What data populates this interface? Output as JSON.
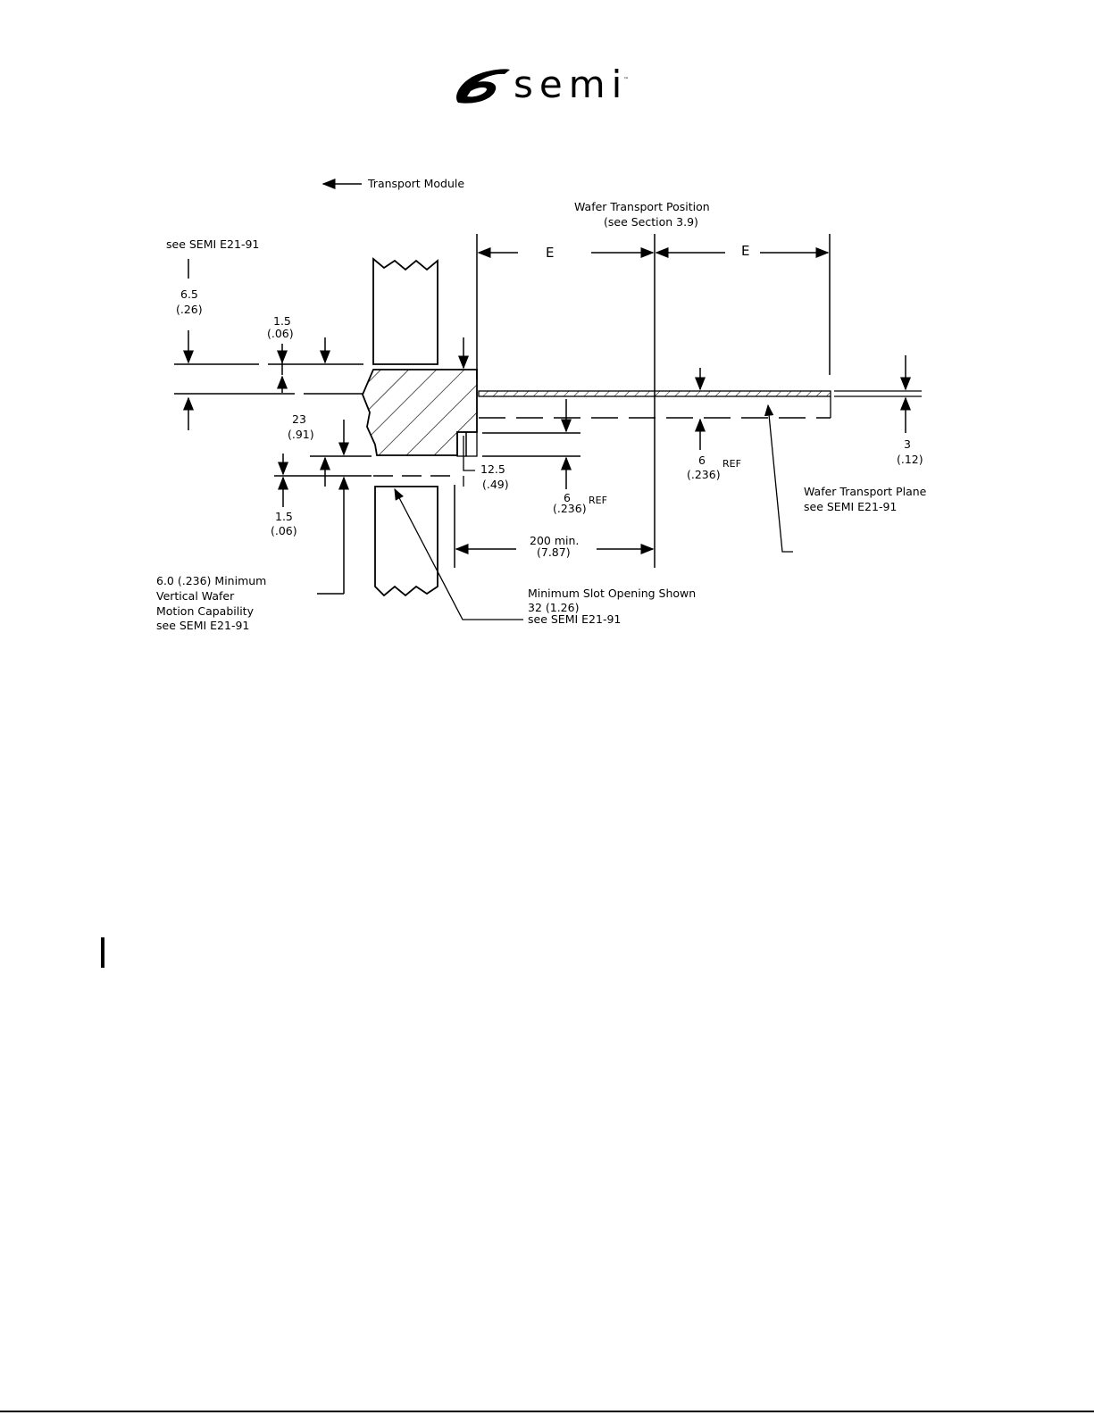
{
  "brand": {
    "name": "semi",
    "trademark": "™"
  },
  "diagram": {
    "labels": {
      "transport_module": "Transport Module",
      "wafer_transport_position": "Wafer Transport Position",
      "see_section": "(see Section 3.9)",
      "see_semi_top": "see SEMI E21-91",
      "e_left": "E",
      "e_right": "E",
      "dim_6_5": "6.5",
      "dim_6_5_in": "(.26)",
      "dim_1_5_top": "1.5",
      "dim_1_5_top_in": "(.06)",
      "dim_23": "23",
      "dim_23_in": "(.91)",
      "dim_1_5_bottom": "1.5",
      "dim_1_5_bottom_in": "(.06)",
      "dim_12_5": "12.5",
      "dim_12_5_in": "(.49)",
      "dim_6_left": "6",
      "dim_6_left_in": "(.236)",
      "ref_left": "REF",
      "dim_6_right": "6",
      "dim_6_right_in": "(.236)",
      "ref_right": "REF",
      "dim_200": "200 min.",
      "dim_200_in": "(7.87)",
      "dim_3": "3",
      "dim_3_in": "(.12)",
      "wafer_transport_plane": "Wafer Transport Plane",
      "see_semi_plane": "see SEMI E21-91",
      "min_vertical_1": "6.0 (.236) Minimum",
      "min_vertical_2": "Vertical Wafer",
      "min_vertical_3": "Motion Capability",
      "min_vertical_4": "see SEMI E21-91",
      "slot_1": "Minimum Slot Opening Shown",
      "slot_2": "32 (1.26)",
      "slot_3": "see SEMI E21-91"
    }
  }
}
